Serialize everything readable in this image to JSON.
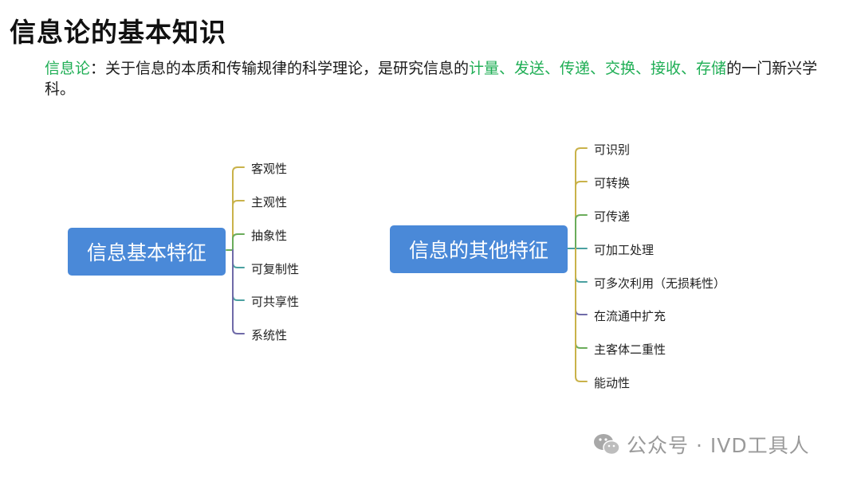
{
  "title": "信息论的基本知识",
  "definition": {
    "term": "信息论",
    "sep": "：",
    "text1": "关于信息的本质和传输规律的科学理论，是研究信息的",
    "highlight": "计量、发送、传递、交换、接收、存储",
    "text2": "的一门新兴学科。"
  },
  "left_map": {
    "root": "信息基本特征",
    "items": [
      "客观性",
      "主观性",
      "抽象性",
      "可复制性",
      "可共享性",
      "系统性"
    ]
  },
  "right_map": {
    "root": "信息的其他特征",
    "items": [
      "可识别",
      "可转换",
      "可传递",
      "可加工处理",
      "可多次利用（无损耗性）",
      "在流通中扩充",
      "主客体二重性",
      "能动性"
    ]
  },
  "watermark": "公众号 · IVD工具人",
  "colors": {
    "accent_green": "#1fae55",
    "node_blue": "#4a89d8",
    "branch_gold": "#c9b24a",
    "branch_green": "#6aac5a",
    "branch_teal": "#4aa0a0",
    "branch_purple": "#6f6aa8"
  }
}
